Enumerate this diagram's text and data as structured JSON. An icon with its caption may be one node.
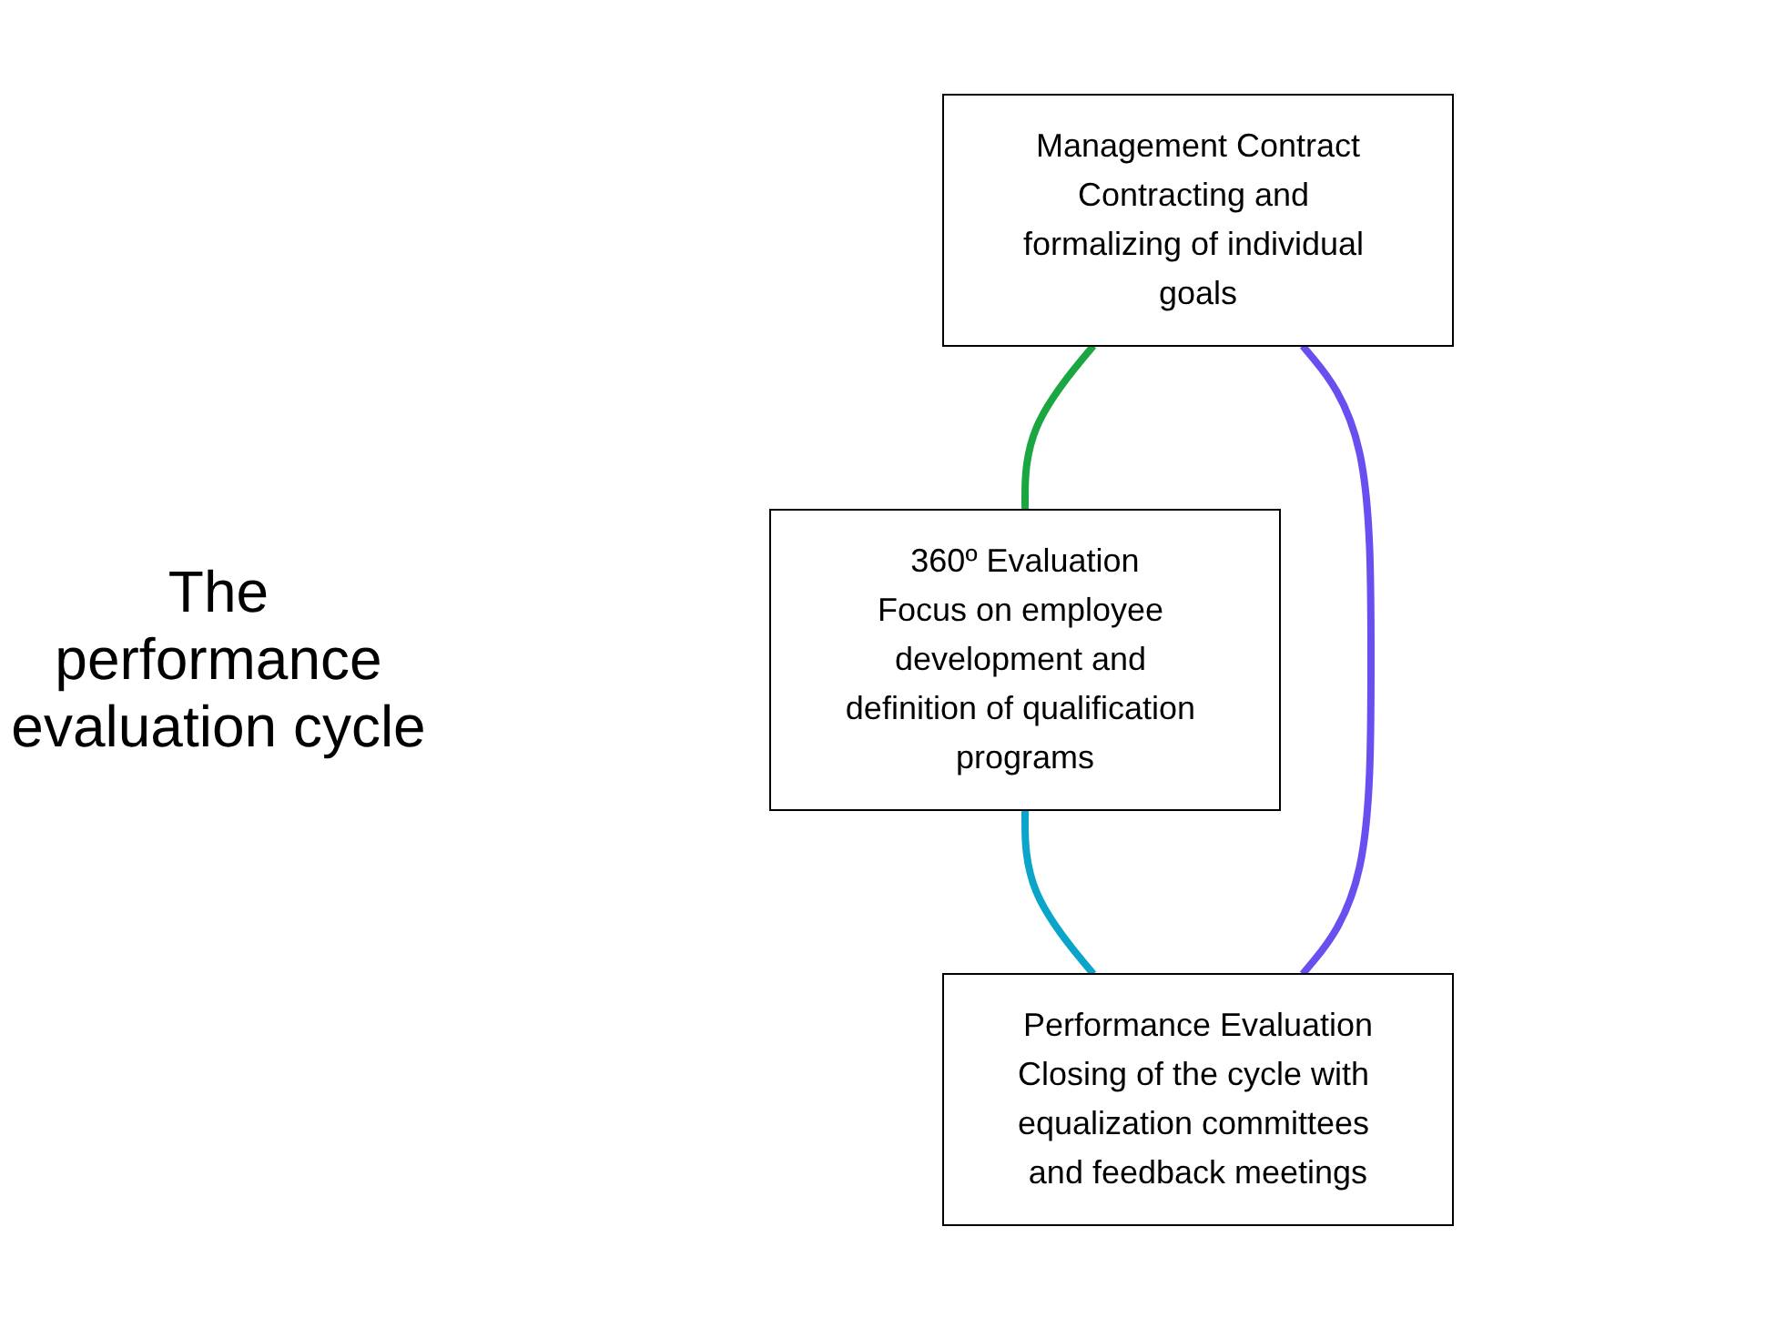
{
  "diagram": {
    "nodes": [
      {
        "text": [
          "Management Contract",
          "Contracting and formalizing of individual goals"
        ]
      },
      {
        "text": [
          "Performance Evaluation",
          "Closing of the cycle with equalization committees and feedback meetings"
        ]
      },
      {
        "text": [
          "360º Evaluation",
          "Focus on employee development and definition of qualification programs"
        ]
      }
    ],
    "edges": [
      {
        "from": 0,
        "to": 2,
        "arrow": "none",
        "color": "#1aa640"
      },
      {
        "from": 2,
        "to": 1,
        "arrow": "none",
        "color": "#0aa5c8"
      },
      {
        "from": 1,
        "to": 0,
        "arrow": "none",
        "color": "#6a4ff0"
      }
    ],
    "labels": [
      "The performance evaluation cycle"
    ]
  }
}
